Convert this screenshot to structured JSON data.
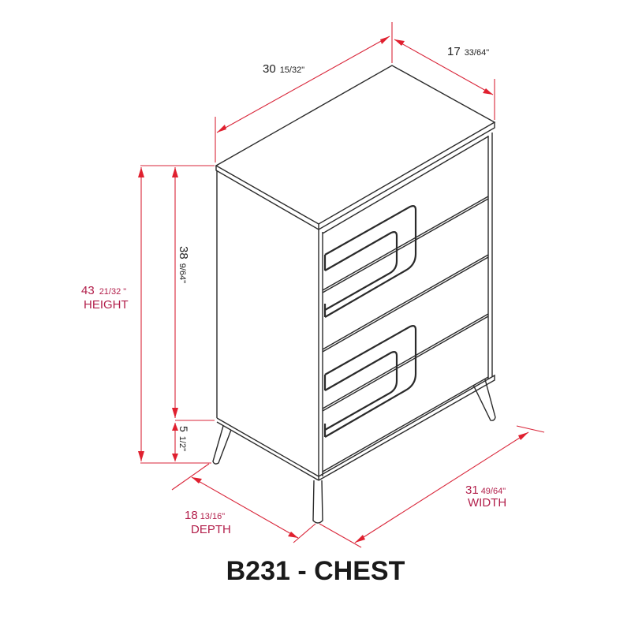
{
  "diagram": {
    "title": "B231 - CHEST",
    "object": "chest of drawers (isometric line drawing)",
    "drawer_count": 4,
    "colors": {
      "dimension_lines": "#d9263a",
      "dimension_text": "#b21e4a",
      "outline": "#2a2a2a"
    },
    "dimensions": {
      "top_width": {
        "whole": "30",
        "fraction": "15/32\""
      },
      "top_depth": {
        "whole": "17",
        "fraction": "33/64\""
      },
      "total_height": {
        "whole": "43",
        "fraction": "21/32 \"",
        "label": "HEIGHT"
      },
      "body_height": {
        "whole": "38",
        "fraction": "9/64\""
      },
      "leg_height": {
        "whole": "5",
        "fraction": "1/2\""
      },
      "depth": {
        "whole": "18",
        "fraction": "13/16\"",
        "label": "DEPTH"
      },
      "width": {
        "whole": "31",
        "fraction": "49/64\"",
        "label": "WIDTH"
      }
    }
  }
}
